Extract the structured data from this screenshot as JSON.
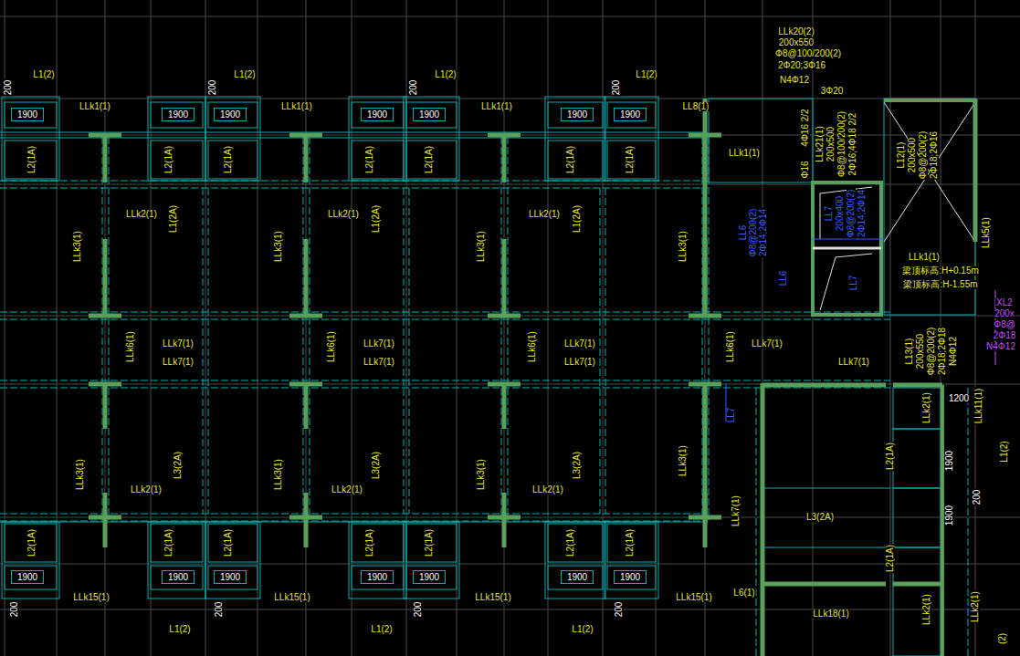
{
  "diagram": {
    "nodes": [
      {
        "text": [
          "1900"
        ]
      },
      {
        "text": [
          "1900"
        ]
      },
      {
        "text": [
          "1900"
        ]
      },
      {
        "text": [
          "1900"
        ]
      },
      {
        "text": [
          "1900"
        ]
      },
      {
        "text": [
          "1900"
        ]
      },
      {
        "text": [
          "1900"
        ]
      },
      {
        "text": [
          "1900"
        ]
      },
      {
        "text": [
          "1900"
        ]
      },
      {
        "text": [
          "1900"
        ]
      },
      {
        "text": [
          "1900"
        ]
      },
      {
        "text": [
          "1900"
        ]
      },
      {
        "text": [
          "1900"
        ]
      },
      {
        "text": [
          "1900"
        ]
      }
    ],
    "labels": [
      "L1(2)",
      "L1(2)",
      "L1(2)",
      "L1(2)",
      "LLk20(2)",
      "200x550",
      "Φ8@100/200(2)",
      "2Φ20;3Φ16",
      "N4Φ12",
      "3Φ20",
      "200",
      "200",
      "200",
      "200",
      "LLk1(1)",
      "LLk1(1)",
      "LLk1(1)",
      "LL8(1)",
      "4Φ16 2/2",
      "Φ16",
      "L2(1A)",
      "L2(1A)",
      "L2(1A)",
      "L2(1A)",
      "L2(1A)",
      "L2(1A)",
      "L2(1A)",
      "LLk1(1)",
      "LLk2(1)",
      "LLk2(1)",
      "LLk2(1)",
      "L1(2A)",
      "L1(2A)",
      "L1(2A)",
      "LLk3(1)",
      "LLk3(1)",
      "LLk3(1)",
      "LLk3(1)",
      "LLk21(1)",
      "200x500",
      "Φ8@100/200(2)",
      "2Φ16;4Φ18 2/2",
      "L12(1)",
      "200x500",
      "Φ8@200(2)",
      "2Φ18;2Φ16",
      "LLk5(1)",
      "LL6",
      "Φ8@200(2)",
      "2Φ14;2Φ14",
      "LL7",
      "200x400",
      "Φ8@200(2)",
      "2Φ14;2Φ14",
      "LL6",
      "LL7",
      "LLk1(1)",
      "梁顶标高:H+0.15m",
      "梁顶标高:H-1.55m",
      "XL2",
      "200x",
      "Φ8@",
      "2Φ18",
      "N4Φ12",
      "LLk6(1)",
      "LLk6(1)",
      "LLk6(1)",
      "LLk6(1)",
      "LLk7(1)",
      "LLk7(1)",
      "LLk7(1)",
      "LLk7(1)",
      "LLk7(1)",
      "LLk7(1)",
      "LLk7(1)",
      "LLk7(1)",
      "L13(1)",
      "200x550",
      "Φ8@200(2)",
      "2Φ18;2Φ18",
      "N4Φ12",
      "LL7",
      "LLk2(1)",
      "1200",
      "LLk11(1)",
      "LLk3(1)",
      "LLk3(1)",
      "LLk3(1)",
      "LLk3(1)",
      "L3(2A)",
      "L3(2A)",
      "L3(2A)",
      "LLk2(1)",
      "LLk2(1)",
      "LLk2(1)",
      "L3(2A)",
      "LLk7(1)",
      "L2(1A)",
      "1900",
      "1900",
      "200",
      "L1(2)",
      "L2(1A)",
      "L2(1A)",
      "L2(1A)",
      "L2(1A)",
      "L2(1A)",
      "L2(1A)",
      "L2(1A)",
      "L2(1A)",
      "LLk15(1)",
      "LLk15(1)",
      "LLk15(1)",
      "LLk15(1)",
      "200",
      "200",
      "200",
      "200",
      "L6(1)",
      "LLk18(1)",
      "LLk2(1)",
      "LLk2(1)",
      "L1(2)",
      "L1(2)",
      "L1(2)",
      "(2)"
    ]
  }
}
